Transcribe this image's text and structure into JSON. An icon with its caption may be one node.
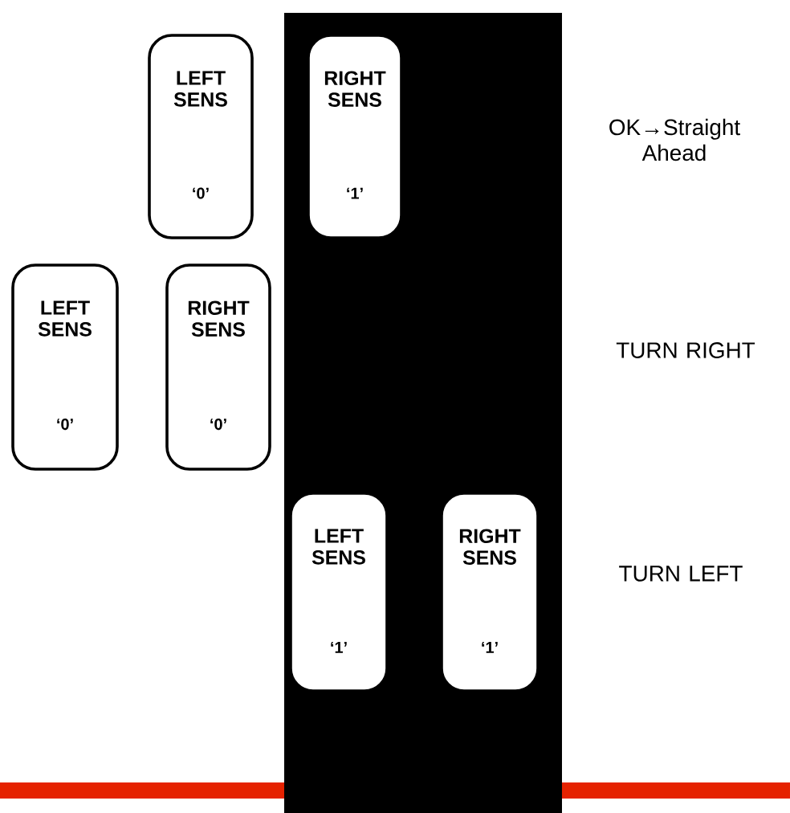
{
  "diagram": {
    "nodes": [
      {
        "text": [
          "LEFT SENS",
          "‘0’"
        ]
      },
      {
        "text": [
          "RIGHT SENS",
          "‘1’"
        ]
      },
      {
        "text": [
          "LEFT SENS",
          "‘0’"
        ]
      },
      {
        "text": [
          "RIGHT SENS",
          "‘0’"
        ]
      },
      {
        "text": [
          "LEFT SENS",
          "‘1’"
        ]
      },
      {
        "text": [
          "RIGHT SENS",
          "‘1’"
        ]
      }
    ],
    "labels": [
      "OK→Straight Ahead",
      "TURN RIGHT",
      "TURN LEFT"
    ]
  }
}
